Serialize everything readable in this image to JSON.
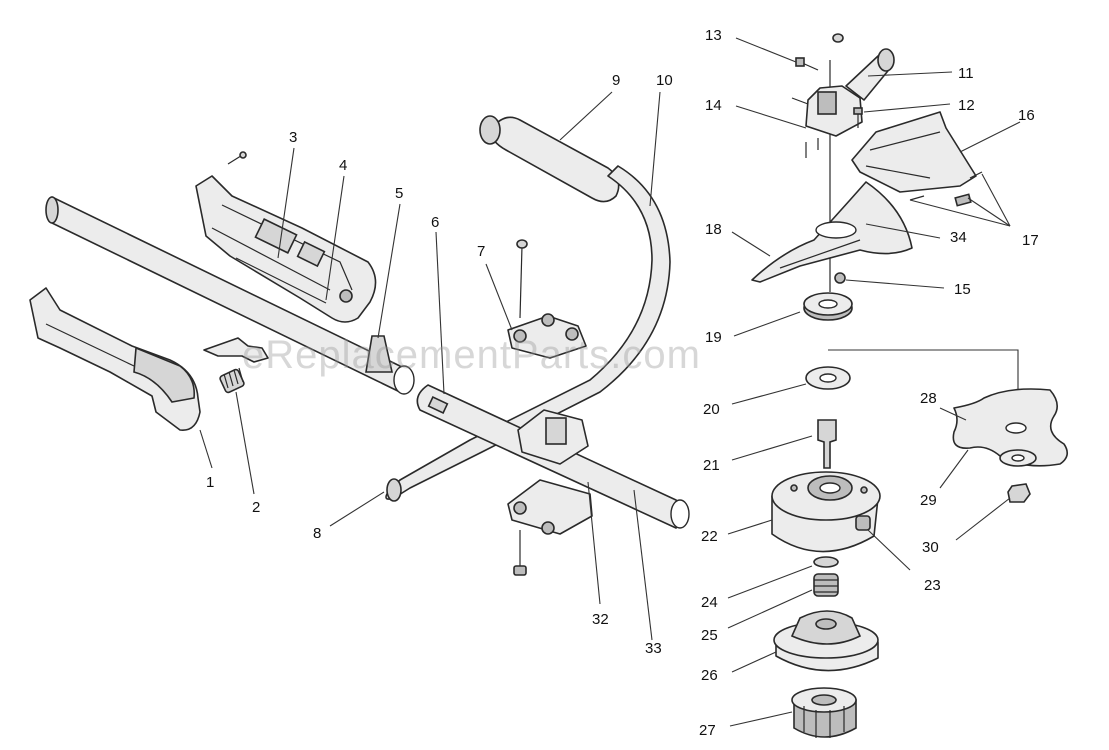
{
  "watermark": "eReplacementParts.com",
  "callouts": [
    {
      "id": "c1",
      "label": "1"
    },
    {
      "id": "c2",
      "label": "2"
    },
    {
      "id": "c3",
      "label": "3"
    },
    {
      "id": "c4",
      "label": "4"
    },
    {
      "id": "c5",
      "label": "5"
    },
    {
      "id": "c6",
      "label": "6"
    },
    {
      "id": "c7",
      "label": "7"
    },
    {
      "id": "c8",
      "label": "8"
    },
    {
      "id": "c9",
      "label": "9"
    },
    {
      "id": "c10",
      "label": "10"
    },
    {
      "id": "c11",
      "label": "11"
    },
    {
      "id": "c12",
      "label": "12"
    },
    {
      "id": "c13",
      "label": "13"
    },
    {
      "id": "c14",
      "label": "14"
    },
    {
      "id": "c15",
      "label": "15"
    },
    {
      "id": "c16",
      "label": "16"
    },
    {
      "id": "c17",
      "label": "17"
    },
    {
      "id": "c18",
      "label": "18"
    },
    {
      "id": "c19",
      "label": "19"
    },
    {
      "id": "c20",
      "label": "20"
    },
    {
      "id": "c21",
      "label": "21"
    },
    {
      "id": "c22",
      "label": "22"
    },
    {
      "id": "c23",
      "label": "23"
    },
    {
      "id": "c24",
      "label": "24"
    },
    {
      "id": "c25",
      "label": "25"
    },
    {
      "id": "c26",
      "label": "26"
    },
    {
      "id": "c27",
      "label": "27"
    },
    {
      "id": "c28",
      "label": "28"
    },
    {
      "id": "c29",
      "label": "29"
    },
    {
      "id": "c30",
      "label": "30"
    },
    {
      "id": "c32",
      "label": "32"
    },
    {
      "id": "c33",
      "label": "33"
    },
    {
      "id": "c34",
      "label": "34"
    }
  ]
}
